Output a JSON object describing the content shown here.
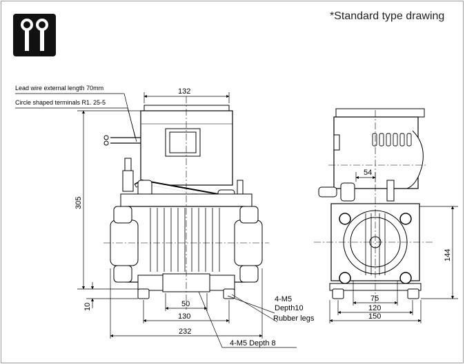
{
  "note": "*Standard type drawing",
  "badge_icon": "lead-wire-terminal-icon",
  "front": {
    "leader_lead_wire": "Lead wire external length 70mm",
    "leader_terminals": "Circle shaped terminals R1. 25-5",
    "dim_width_top": "132",
    "dim_height": "305",
    "dim_leg_height": "10",
    "dim_foot_pitch": "50",
    "dim_foot_span": "130",
    "dim_overall_width": "232",
    "bottom_label": "4-M5 Depth 8"
  },
  "side": {
    "dim_port": "54",
    "dim_height_144": "144",
    "dim_75": "75",
    "dim_120": "120",
    "dim_150": "150",
    "label_m5": "4-M5",
    "label_depth": "Depth10",
    "label_rubber": "Rubber legs"
  }
}
